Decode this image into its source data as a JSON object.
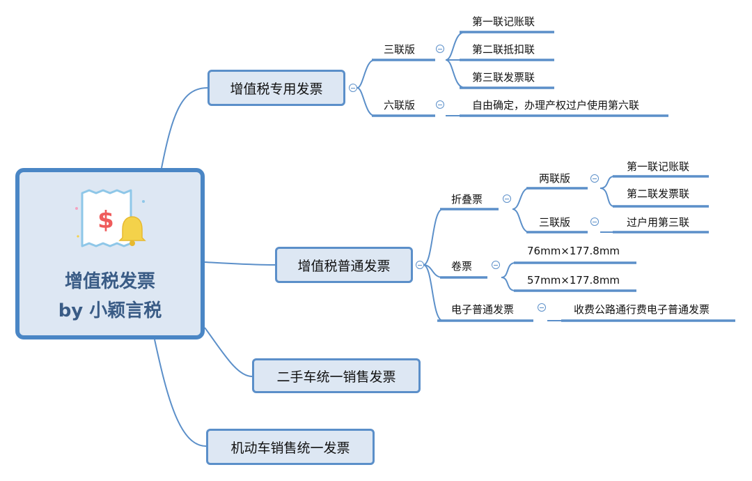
{
  "root": {
    "title_line1": "增值税发票",
    "title_line2": "by 小颖言税",
    "icon": "receipt-dollar-bell-icon"
  },
  "branches": {
    "special": {
      "label": "增值税专用发票",
      "three_copy": {
        "label": "三联版",
        "items": [
          "第一联记账联",
          "第二联抵扣联",
          "第三联发票联"
        ]
      },
      "six_copy": {
        "label": "六联版",
        "note": "自由确定，办理产权过户使用第六联"
      }
    },
    "ordinary": {
      "label": "增值税普通发票",
      "folded": {
        "label": "折叠票",
        "two_copy": {
          "label": "两联版",
          "items": [
            "第一联记账联",
            "第二联发票联"
          ]
        },
        "three_copy": {
          "label": "三联版",
          "note": "过户用第三联"
        }
      },
      "roll": {
        "label": "卷票",
        "sizes": [
          "76mm×177.8mm",
          "57mm×177.8mm"
        ]
      },
      "electronic": {
        "label": "电子普通发票",
        "note": "收费公路通行费电子普通发票"
      }
    },
    "used_car": {
      "label": "二手车统一销售发票"
    },
    "motor_vehicle": {
      "label": "机动车销售统一发票"
    }
  },
  "colors": {
    "line": "#5b8fc9",
    "node_fill": "#dde7f3",
    "root_border": "#4a86c5",
    "root_text": "#3a5c86"
  }
}
